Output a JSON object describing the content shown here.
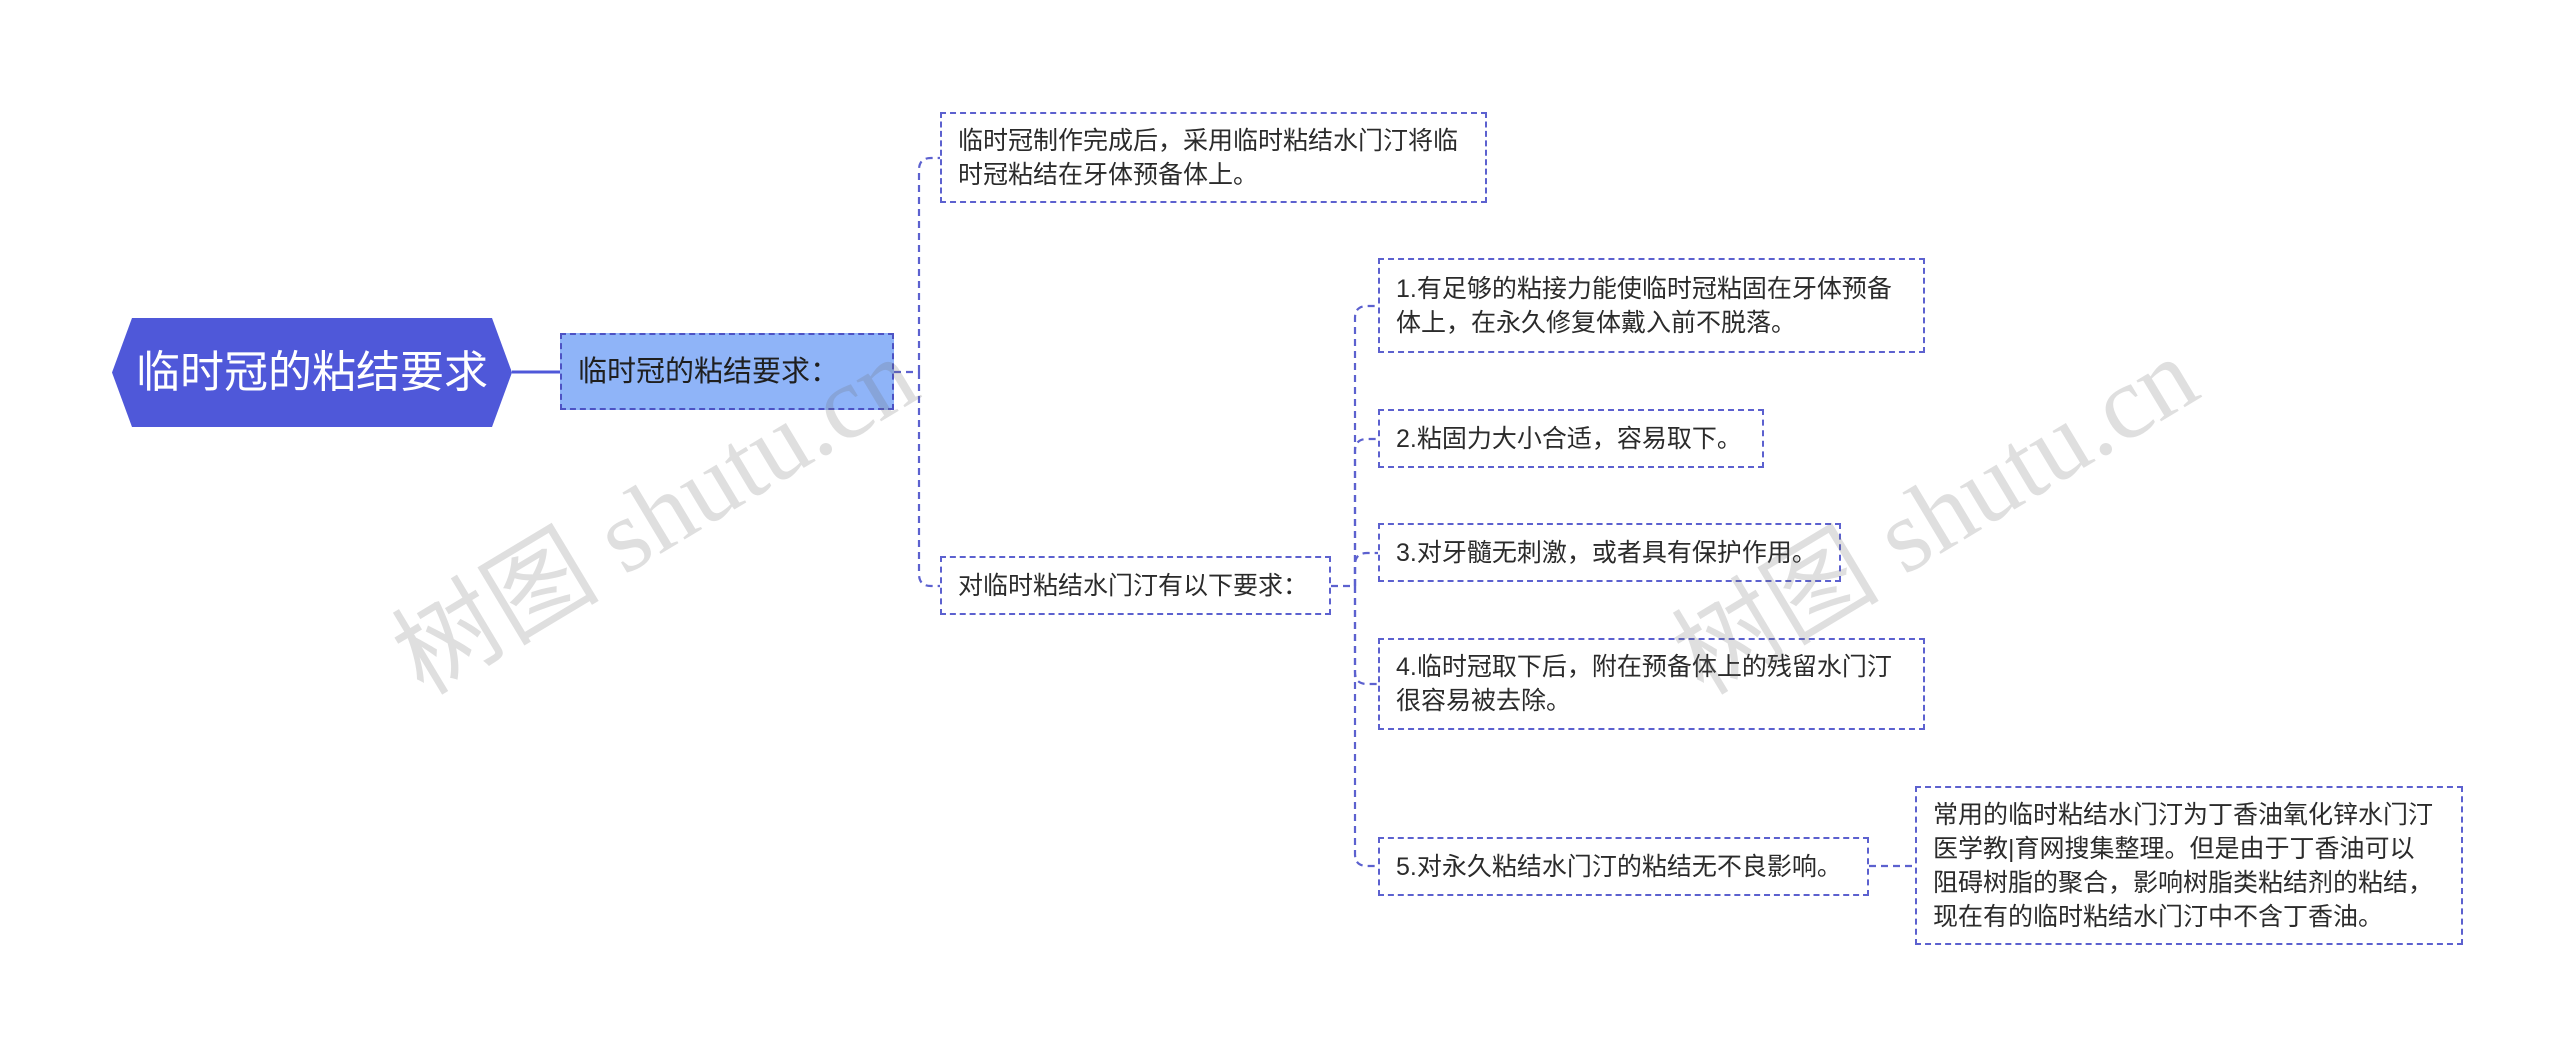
{
  "root": {
    "label": "临时冠的粘结要求"
  },
  "topic": {
    "label": "临时冠的粘结要求："
  },
  "branches": [
    {
      "label": "临时冠制作完成后，采用临时粘结水门汀将临时冠粘结在牙体预备体上。"
    },
    {
      "label": "对临时粘结水门汀有以下要求：",
      "children": [
        {
          "label": "1.有足够的粘接力能使临时冠粘固在牙体预备体上，在永久修复体戴入前不脱落。"
        },
        {
          "label": "2.粘固力大小合适，容易取下。"
        },
        {
          "label": "3.对牙髓无刺激，或者具有保护作用。"
        },
        {
          "label": "4.临时冠取下后，附在预备体上的残留水门汀很容易被去除。"
        },
        {
          "label": "5.对永久粘结水门汀的粘结无不良影响。",
          "note": "常用的临时粘结水门汀为丁香油氧化锌水门汀医学教|育网搜集整理。但是由于丁香油可以阻碍树脂的聚合，影响树脂类粘结剂的粘结，现在有的临时粘结水门汀中不含丁香油。"
        }
      ]
    }
  ],
  "watermark": {
    "text": "树图 shutu.cn"
  },
  "colors": {
    "root_fill": "#4f58d9",
    "topic_fill": "#8fb4f8",
    "line": "#5c61cf",
    "text": "#2b2b2b"
  }
}
